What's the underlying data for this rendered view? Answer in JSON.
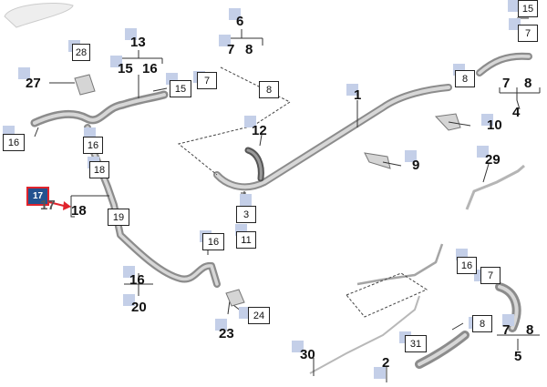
{
  "callouts": {
    "c1": "1",
    "c2": "2",
    "c3": "3",
    "c4": "4",
    "c5": "5",
    "c6": "6",
    "c7": "7",
    "c8": "8",
    "c9": "9",
    "c10": "10",
    "c11": "11",
    "c12": "12",
    "c13": "13",
    "c15": "15",
    "c16": "16",
    "c17": "17",
    "c18": "18",
    "c19": "19",
    "c20": "20",
    "c23": "23",
    "c24": "24",
    "c27": "27",
    "c28": "28",
    "c29": "29",
    "c30": "30",
    "c31": "31"
  },
  "colors": {
    "pipe": "#9a9a9a",
    "pipe_light": "#d2d2d2",
    "callout_marker": "#c4cfe8",
    "highlight_fill": "#23528f",
    "highlight_border": "#e0242c",
    "arrow": "#e0242c"
  }
}
